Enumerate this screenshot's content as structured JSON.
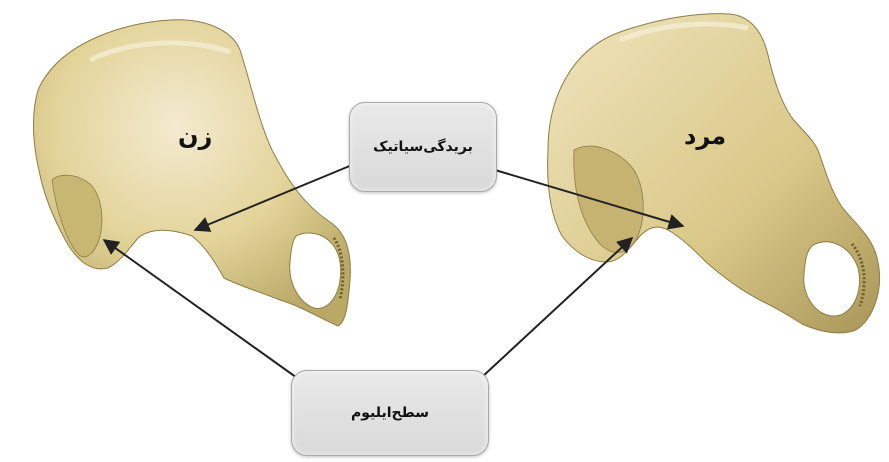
{
  "labels": {
    "female": "زن",
    "male": "مرد"
  },
  "callouts": {
    "sciatic_notch": "بریدگی‌سیاتیک",
    "auricular_surface": "سطح‌ایلیوم"
  },
  "colors": {
    "bone": "#e3d49a",
    "bone_shadow": "#b9a866",
    "bone_highlight": "#f3ead0",
    "arrow": "#222222"
  }
}
